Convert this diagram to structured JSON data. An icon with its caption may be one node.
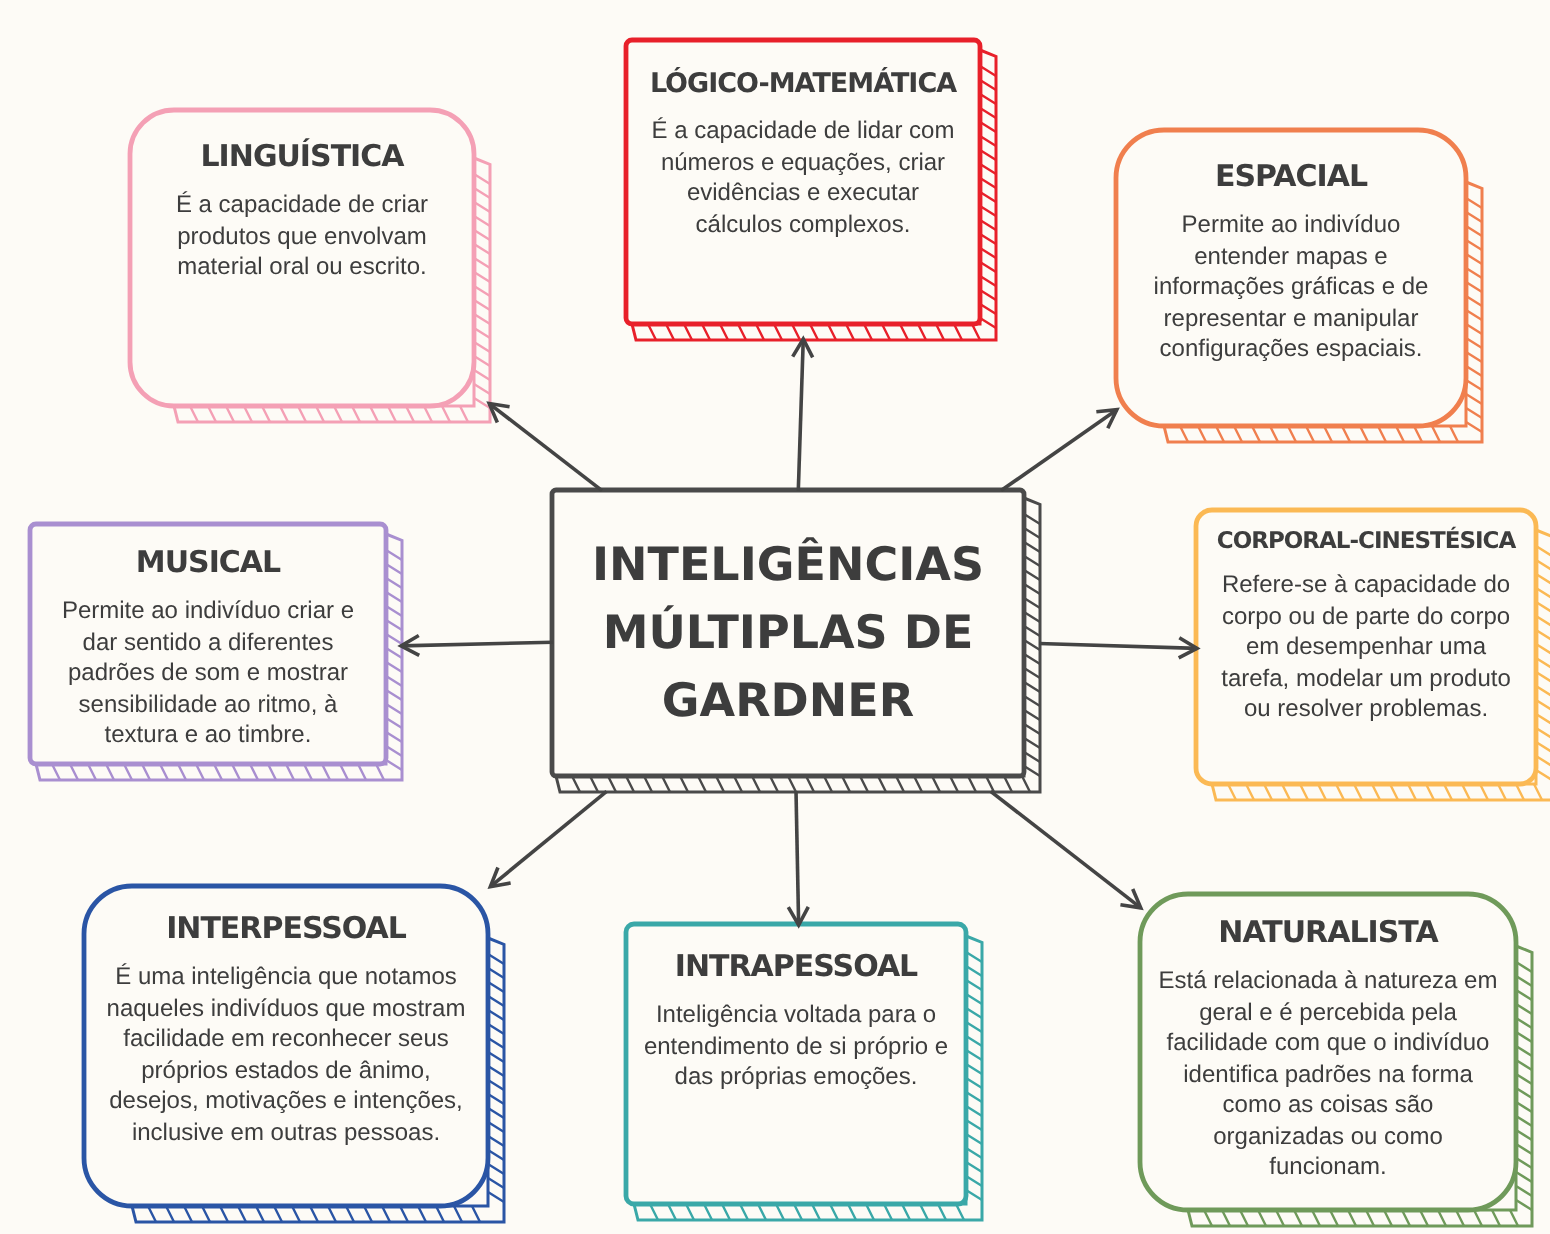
{
  "diagram": {
    "nodes": [
      {
        "text": [
          "LÓGICO-MATEMÁTICA",
          "É a capacidade de lidar com números e equações, criar evidências e executar cálculos complexos."
        ]
      },
      {
        "text": [
          "LINGUÍSTICA",
          "É a capacidade de criar produtos que envolvam material oral ou escrito."
        ]
      },
      {
        "text": [
          "ESPACIAL",
          "Permite ao indivíduo entender mapas e informações gráficas e de representar e manipular configurações espaciais."
        ]
      },
      {
        "text": [
          "INTELIGÊNCIAS MÚLTIPLAS DE GARDNER"
        ]
      },
      {
        "text": [
          "MUSICAL",
          "Permite ao indivíduo criar e dar sentido a diferentes padrões de som e mostrar sensibilidade ao ritmo, à textura e ao timbre."
        ]
      },
      {
        "text": [
          "CORPORAL-CINESTÉSICA",
          "Refere-se à capacidade do corpo ou de parte do corpo em desempenhar uma tarefa, modelar um produto ou resolver problemas."
        ]
      },
      {
        "text": [
          "INTERPESSOAL",
          "É uma inteligência que notamos naqueles indivíduos que mostram facilidade em reconhecer seus próprios estados de ânimo, desejos, motivações e intenções, inclusive em outras pessoas."
        ]
      },
      {
        "text": [
          "INTRAPESSOAL",
          "Inteligência voltada para o entendimento de si próprio e das próprias emoções."
        ]
      },
      {
        "text": [
          "NATURALISTA",
          "Está relacionada à natureza em geral e é percebida pela facilidade com que o indivíduo identifica padrões na forma como as coisas são organizadas ou como funcionam."
        ]
      }
    ],
    "edges": [
      {
        "from": 3,
        "to": 0,
        "arrow": "to"
      },
      {
        "from": 3,
        "to": 1,
        "arrow": "to"
      },
      {
        "from": 3,
        "to": 2,
        "arrow": "to"
      },
      {
        "from": 3,
        "to": 4,
        "arrow": "to"
      },
      {
        "from": 3,
        "to": 5,
        "arrow": "to"
      },
      {
        "from": 3,
        "to": 6,
        "arrow": "to"
      },
      {
        "from": 3,
        "to": 7,
        "arrow": "to"
      },
      {
        "from": 3,
        "to": 8,
        "arrow": "to"
      }
    ]
  }
}
